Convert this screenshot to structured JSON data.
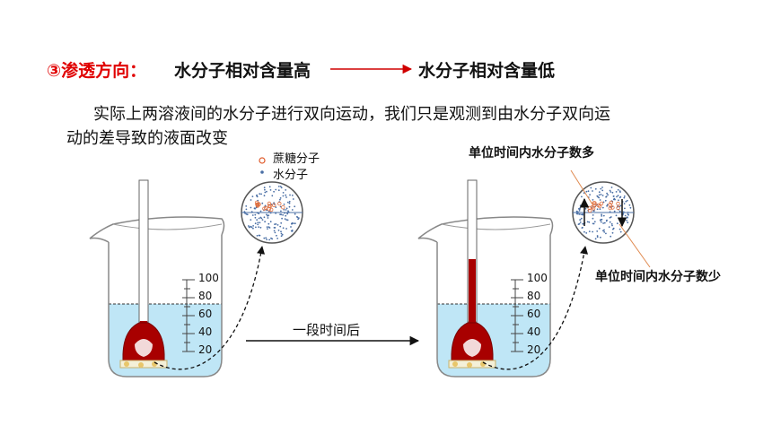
{
  "heading": {
    "label": "③渗透方向：",
    "from": "水分子相对含量高",
    "to": "水分子相对含量低"
  },
  "paragraph": {
    "line1": "实际上两溶液间的水分子进行双向运动，我们只是观测到由水分子双向运",
    "line2": "动的差导致的液面改变"
  },
  "legend": {
    "sucrose": "蔗糖分子",
    "water": "水分子"
  },
  "scale_ticks": [
    "100",
    "80",
    "60",
    "40",
    "20"
  ],
  "transition_label": "一段时间后",
  "annotations": {
    "more": "单位时间内水分子数多",
    "less": "单位时间内水分子数少"
  },
  "colors": {
    "heading_red": "#e00000",
    "solution": "#bfe6f6",
    "tube_liquid": "#a80000",
    "sucrose_dot": "#e07040",
    "water_dot": "#4a6fa5"
  }
}
